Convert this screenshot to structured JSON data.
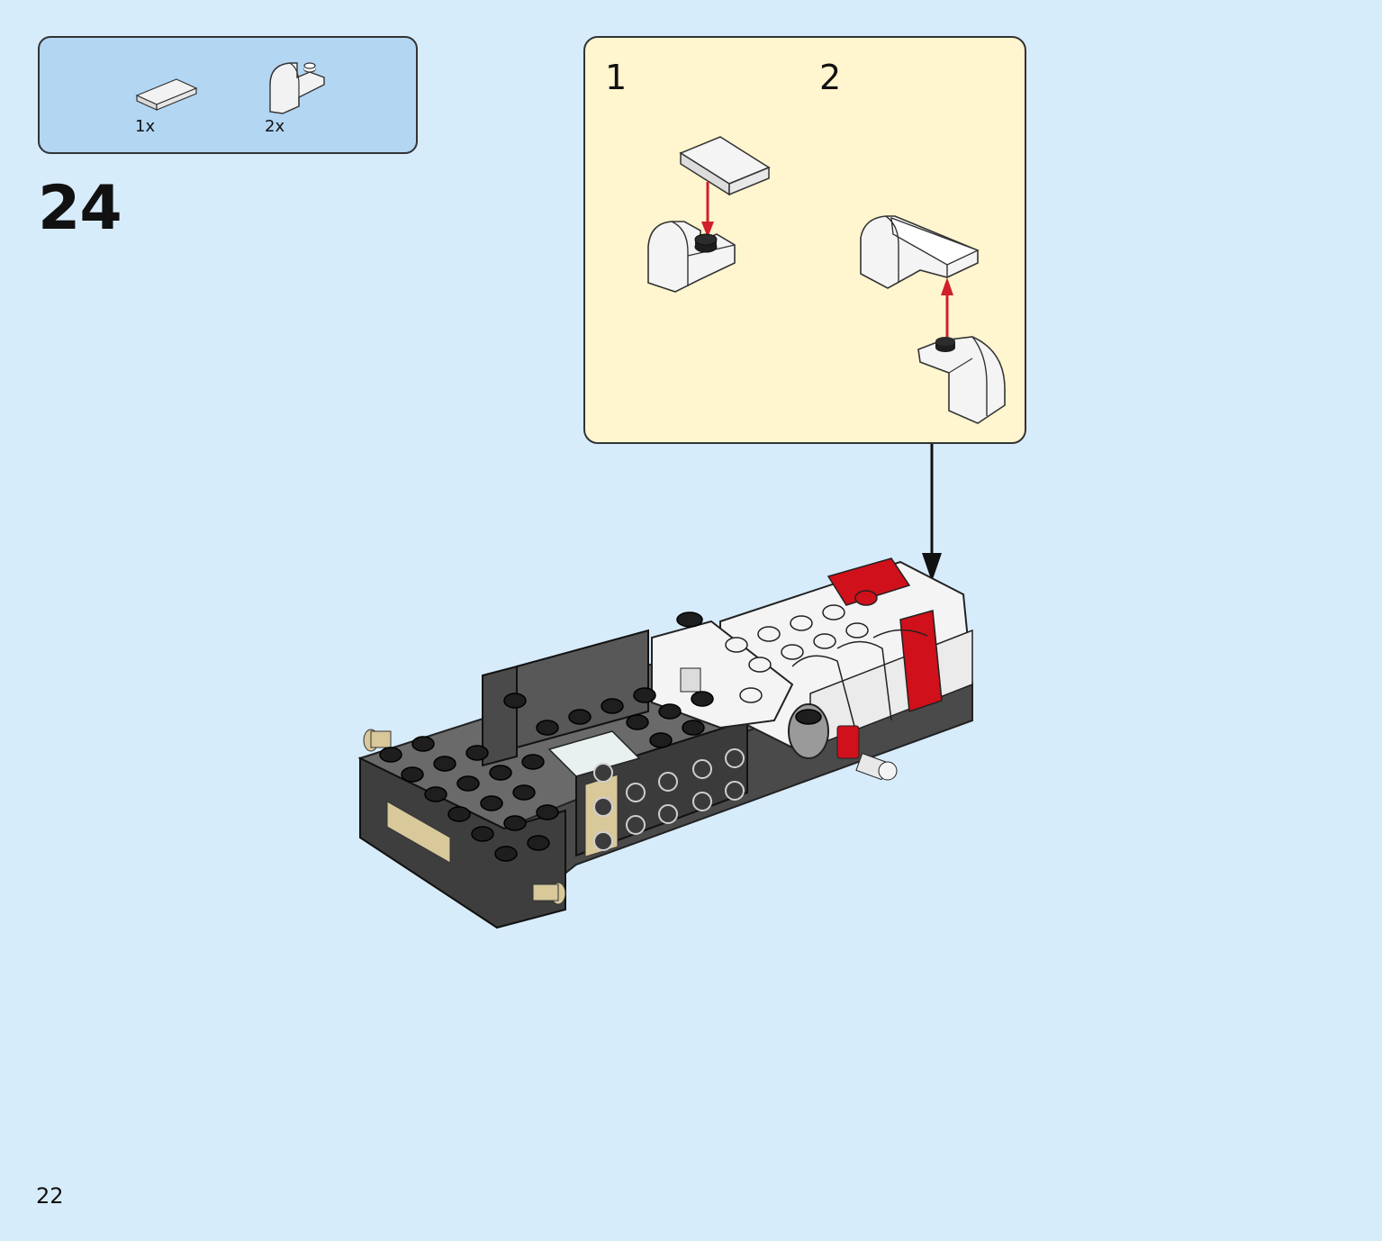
{
  "parts_list": {
    "items": [
      {
        "icon": "flat-tile-1x2-icon",
        "quantity": "1x",
        "color": "#f2f2f2"
      },
      {
        "icon": "curved-bracket-slope-icon",
        "quantity": "2x",
        "color": "#f2f2f2"
      }
    ]
  },
  "step": {
    "number": "24"
  },
  "sub_assembly": {
    "substeps": [
      {
        "label": "1"
      },
      {
        "label": "2"
      }
    ],
    "arrow_color": "#d0202a",
    "background": "#fff5cf"
  },
  "model": {
    "colors": {
      "dark_gray": "#5a5a5a",
      "black": "#1e1e1e",
      "white": "#f4f4f4",
      "red": "#d0101a",
      "tan": "#d8c89a"
    }
  },
  "page": {
    "number": "22",
    "background": "#d7ecfb"
  }
}
